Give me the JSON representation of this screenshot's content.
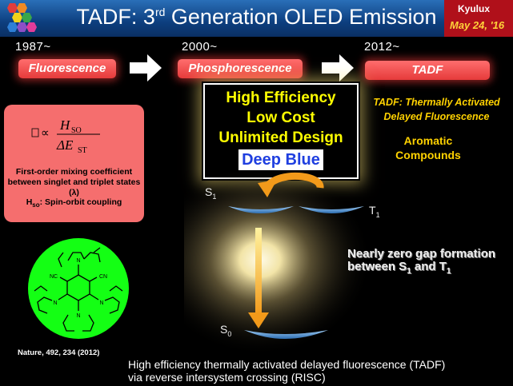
{
  "header": {
    "title_prefix": "TADF: 3",
    "title_sup": "rd",
    "title_suffix": " Generation OLED Emission",
    "brand": "Kyulux",
    "date": "May 24, '16"
  },
  "timeline": [
    {
      "year": "1987~",
      "label": "Fluorescence"
    },
    {
      "year": "2000~",
      "label": "Phosphorescence"
    },
    {
      "year": "2012~",
      "label": "TADF"
    }
  ],
  "features": [
    "High Efficiency",
    "Low Cost",
    "Unlimited Design",
    "Deep Blue"
  ],
  "tadf_definition": "TADF: Thermally Activated Delayed Fluorescence",
  "aromatic": "Aromatic Compounds",
  "formula_box": {
    "numerator": "H",
    "numerator_sub": "SO",
    "denominator": "ΔE",
    "denominator_sub": "ST",
    "caption": "First-order mixing coefficient between singlet and triplet states (λ)",
    "note": "H",
    "note_sub": "so",
    "note_rest": ": Spin-orbit coupling"
  },
  "molecule": {
    "groups": [
      "NC",
      "CN",
      "N",
      "N",
      "N",
      "N"
    ]
  },
  "citation": "Nature, 492, 234 (2012)",
  "diagram": {
    "s1": "S",
    "s1_sub": "1",
    "t1": "T",
    "t1_sub": "1",
    "s0": "S",
    "s0_sub": "0",
    "gap_line1": "Nearly zero gap formation",
    "gap_line2": "between S",
    "gap_sub1": "1",
    "gap_and": " and T",
    "gap_sub2": "1"
  },
  "bottom": {
    "line1": "High efficiency thermally activated delayed fluorescence (TADF)",
    "line2": "via reverse intersystem crossing (RISC)"
  },
  "colors": {
    "accent_yellow": "#ffff00",
    "deep_blue": "#1f3fe0",
    "pill_red": "#f04646",
    "molecule_green": "#14ff14"
  }
}
